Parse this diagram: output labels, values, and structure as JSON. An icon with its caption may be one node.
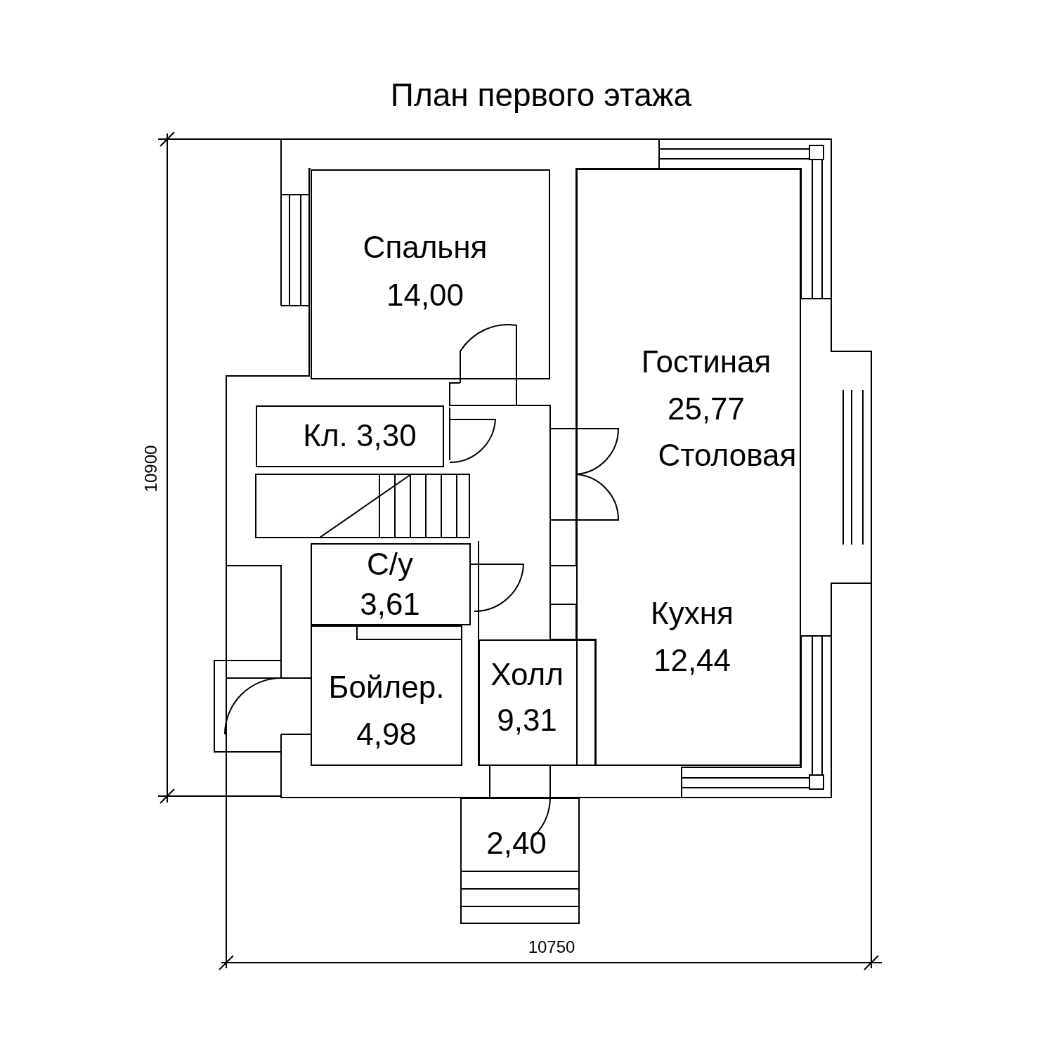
{
  "diagram": {
    "title": "План первого этажа",
    "nodes": [
      {
        "text": [
          "Спальня",
          "14,00"
        ]
      },
      {
        "text": [
          "Гостиная",
          "25,77",
          "Столовая",
          "Кухня",
          "12,44"
        ]
      },
      {
        "text": [
          "Кл. 3,30"
        ]
      },
      {
        "text": [
          "С/у",
          "3,61"
        ]
      },
      {
        "text": [
          "Бойлер.",
          "4,98"
        ]
      },
      {
        "text": [
          "Холл",
          "9,31"
        ]
      },
      {
        "text": [
          "2,40"
        ]
      }
    ],
    "edges": [],
    "labels": [
      "10900",
      "10750"
    ]
  }
}
